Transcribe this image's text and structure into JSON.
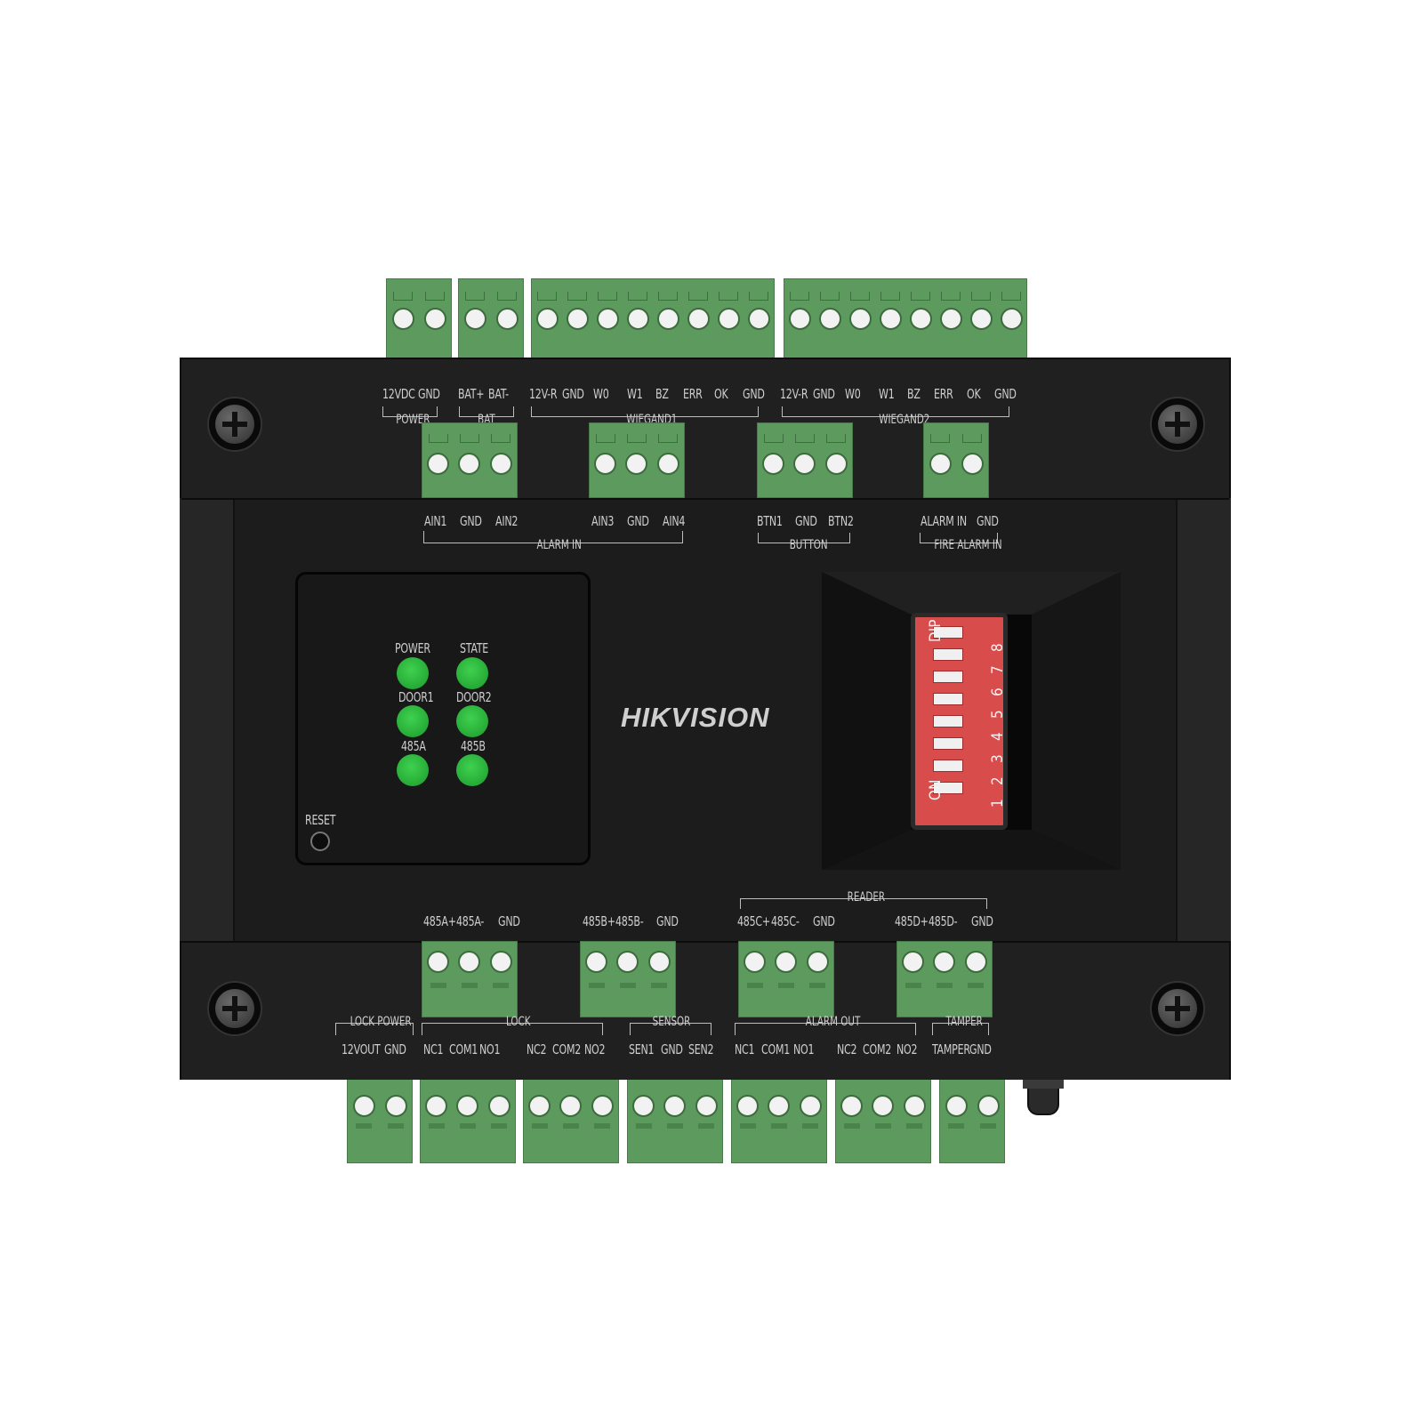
{
  "brand": "HIKVISION",
  "colors": {
    "housing": "#1c1c1c",
    "terminal_green": "#5d9a5e",
    "led_green": "#2fbe3e",
    "dip_red": "#d84c4c"
  },
  "top_labels": {
    "power_pins": [
      "12VDC",
      "GND"
    ],
    "power_group": "POWER",
    "bat_pins": [
      "BAT+",
      "BAT-"
    ],
    "bat_group": "BAT",
    "wiegand1_pins": [
      "12V-R",
      "GND",
      "W0",
      "W1",
      "BZ",
      "ERR",
      "OK",
      "GND"
    ],
    "wiegand1_group": "WIEGAND1",
    "wiegand2_pins": [
      "12V-R",
      "GND",
      "W0",
      "W1",
      "BZ",
      "ERR",
      "OK",
      "GND"
    ],
    "wiegand2_group": "WIEGAND2"
  },
  "upper_inner_labels": {
    "alarm_in_pins": [
      "AIN1",
      "GND",
      "AIN2",
      "AIN3",
      "GND",
      "AIN4"
    ],
    "alarm_in_group": "ALARM IN",
    "button_pins": [
      "BTN1",
      "GND",
      "BTN2"
    ],
    "button_group": "BUTTON",
    "fire_pins": [
      "ALARM IN",
      "GND"
    ],
    "fire_group": "FIRE ALARM IN"
  },
  "status_panel": {
    "leds": [
      "POWER",
      "STATE",
      "DOOR1",
      "DOOR2",
      "485A",
      "485B"
    ],
    "reset": "RESET"
  },
  "dip": {
    "label": "DIP",
    "on": "ON",
    "numbers": [
      "1",
      "2",
      "3",
      "4",
      "5",
      "6",
      "7",
      "8"
    ]
  },
  "lower_inner_labels": {
    "reader_group": "READER",
    "rs485_pins": [
      "485A+",
      "485A-",
      "GND",
      "485B+",
      "485B-",
      "GND",
      "485C+",
      "485C-",
      "GND",
      "485D+",
      "485D-",
      "GND"
    ]
  },
  "bottom_labels": {
    "lock_power_group": "LOCK POWER",
    "lock_power_pins": [
      "12VOUT",
      "GND"
    ],
    "lock_group": "LOCK",
    "lock_pins": [
      "NC1",
      "COM1",
      "NO1",
      "NC2",
      "COM2",
      "NO2"
    ],
    "sensor_group": "SENSOR",
    "sensor_pins": [
      "SEN1",
      "GND",
      "SEN2"
    ],
    "alarm_out_group": "ALARM OUT",
    "alarm_out_pins": [
      "NC1",
      "COM1",
      "NO1",
      "NC2",
      "COM2",
      "NO2"
    ],
    "tamper_group": "TAMPER",
    "tamper_pins": [
      "TAMPER",
      "GND"
    ]
  }
}
